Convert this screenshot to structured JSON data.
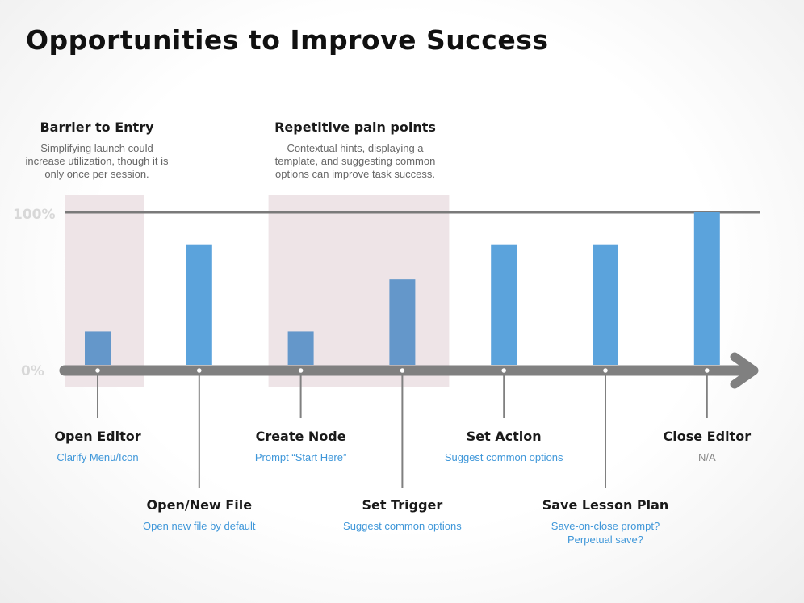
{
  "title": "Opportunities to Improve Success",
  "callouts": [
    {
      "title": "Barrier to Entry",
      "description": "Simplifying launch could increase utilization, though it is only once per session."
    },
    {
      "title": "Repetitive pain points",
      "description": "Contextual hints, displaying a template, and suggesting common options can improve task success."
    }
  ],
  "colors": {
    "bar": "#5ba3dc",
    "bar_shaded": "#6497ca",
    "highlight": "#eee4e7",
    "axis": "#808080",
    "reference_line": "#7a7a7a",
    "note": "#3f97d9"
  },
  "chart_data": {
    "type": "bar",
    "categories": [
      "Open Editor",
      "Open/New File",
      "Create Node",
      "Set Trigger",
      "Set Action",
      "Save Lesson Plan",
      "Close Editor"
    ],
    "values": [
      22,
      79,
      22,
      56,
      79,
      79,
      100
    ],
    "y_ticks": [
      "0%",
      "100%"
    ],
    "ylim": [
      0,
      100
    ],
    "reference_line": 100,
    "highlight_ranges": [
      [
        0,
        0
      ],
      [
        2,
        3
      ]
    ],
    "notes": [
      [
        "Clarify Menu/Icon"
      ],
      [
        "Open new file by default"
      ],
      [
        "Prompt “Start Here”"
      ],
      [
        "Suggest common options"
      ],
      [
        "Suggest common options"
      ],
      [
        "Save-on-close prompt?",
        "Perpetual save?"
      ],
      [
        "N/A"
      ]
    ]
  }
}
